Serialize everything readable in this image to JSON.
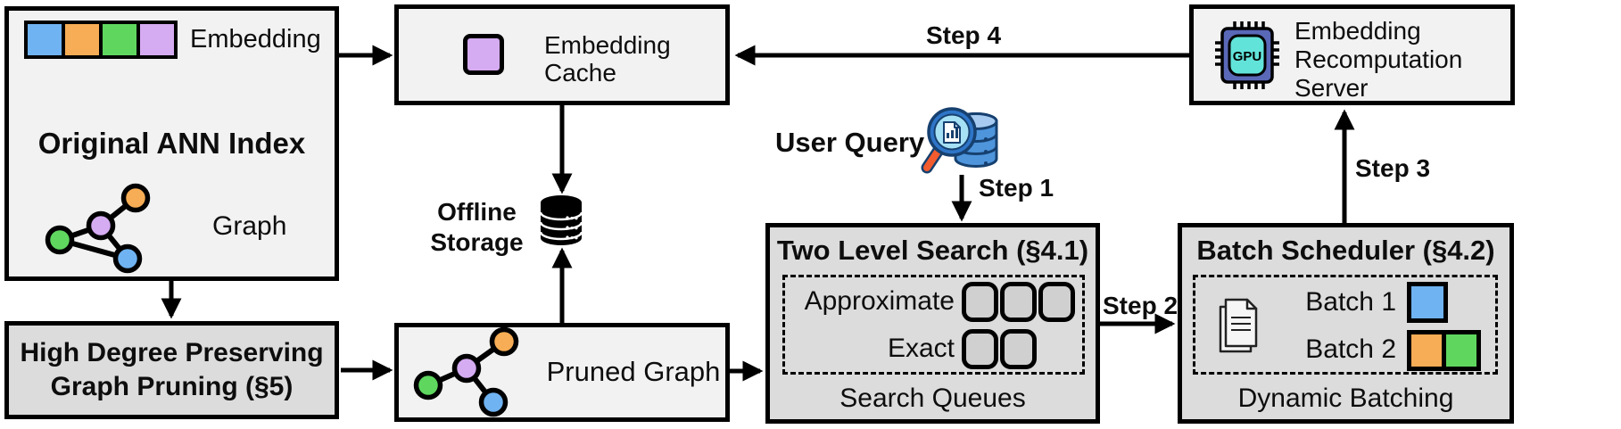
{
  "original_ann_index": {
    "embedding_label": "Embedding",
    "title": "Original ANN Index",
    "graph_label": "Graph"
  },
  "embedding_cache": {
    "label": "Embedding Cache"
  },
  "offline_storage": {
    "label": "Offline Storage"
  },
  "user_query": {
    "label": "User Query"
  },
  "steps": {
    "step1": "Step 1",
    "step2": "Step 2",
    "step3": "Step 3",
    "step4": "Step 4"
  },
  "two_level_search": {
    "title": "Two Level Search (§4.1)",
    "approximate_label": "Approximate",
    "approximate_queue_count": 3,
    "exact_label": "Exact",
    "exact_queue_count": 2,
    "footer": "Search Queues"
  },
  "batch_scheduler": {
    "title": "Batch Scheduler (§4.2)",
    "batch1_label": "Batch 1",
    "batch1_colors": [
      "blue"
    ],
    "batch2_label": "Batch 2",
    "batch2_colors": [
      "orange",
      "green"
    ],
    "footer": "Dynamic Batching"
  },
  "recomputation_server": {
    "label": "Embedding Recomputation Server",
    "chip_label": "GPU"
  },
  "high_degree_pruning": {
    "title": "High Degree Preserving Graph Pruning (§5)"
  },
  "pruned_graph": {
    "label": "Pruned Graph"
  },
  "colors": {
    "blue": "#6FB3F2",
    "orange": "#F7AD55",
    "green": "#5FD75F",
    "purple": "#D5ABF2",
    "light_box_bg": "#F2F2F2",
    "dark_box_bg": "#DCDCDC",
    "queue_square_bg": "#D0D0D0",
    "gpu_chip_body": "#5A68B8",
    "gpu_core": "#62E3DA",
    "database_blue": "#4E95DC",
    "magnifier_lens": "#A6E0F5",
    "magnifier_handle": "#F15B2E"
  }
}
